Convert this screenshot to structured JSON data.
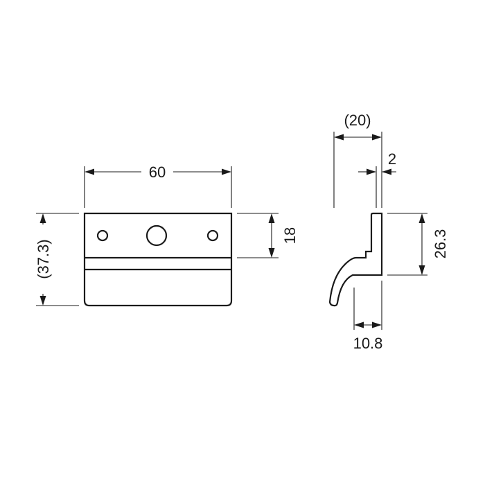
{
  "drawing": {
    "front_view": {
      "dims": {
        "width": "60",
        "total_height": "(37.3)",
        "hole_height": "18"
      }
    },
    "side_view": {
      "dims": {
        "depth": "(20)",
        "thickness": "2",
        "hook_height": "26.3",
        "hook_depth": "10.8"
      }
    }
  }
}
